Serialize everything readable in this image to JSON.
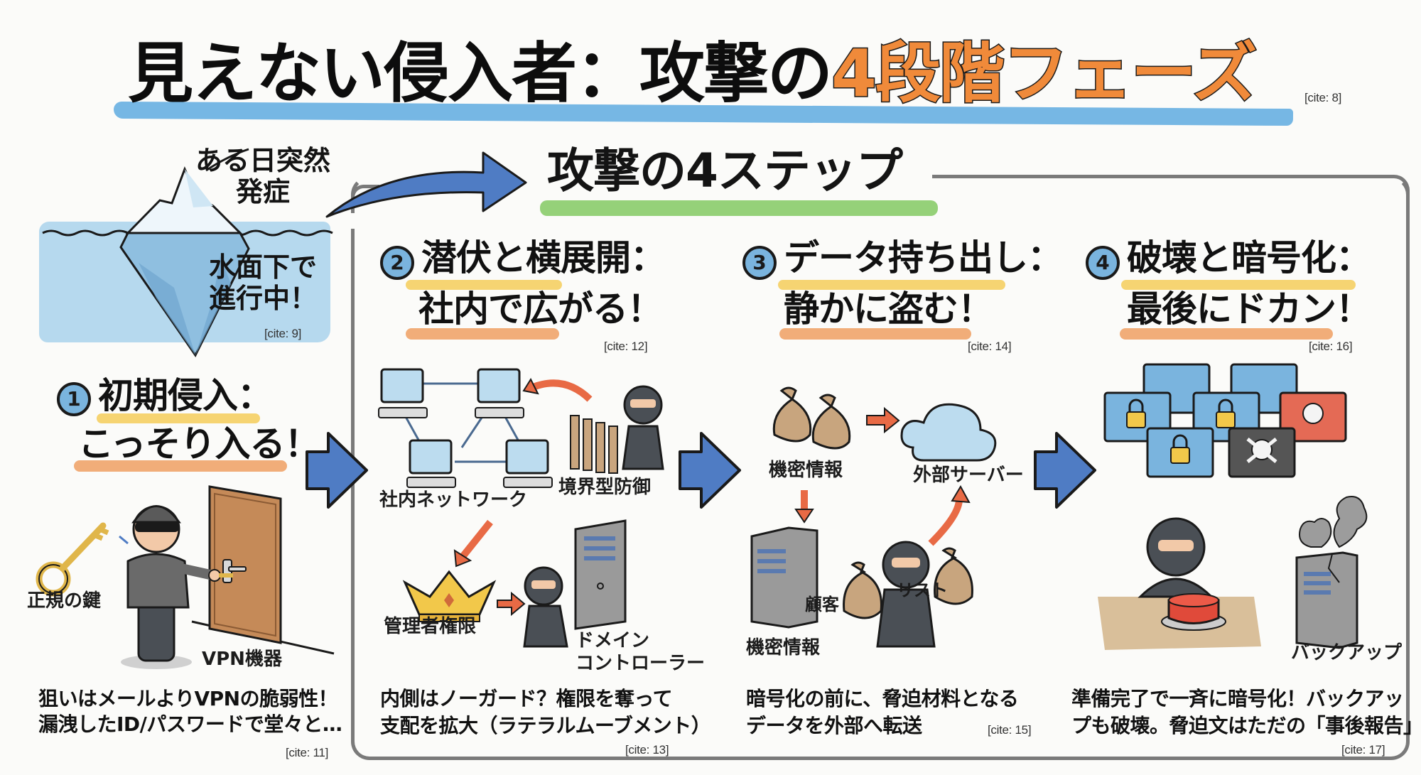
{
  "title": {
    "main": "見えない侵入者：攻撃の",
    "highlight": "4段階フェーズ",
    "cite": "[cite: 8]"
  },
  "iceberg": {
    "top_label_line1": "ある日突然",
    "top_label_line2": "発症",
    "bottom_label_line1": "水面下で",
    "bottom_label_line2": "進行中！",
    "cite": "[cite: 9]"
  },
  "steps_heading": "攻撃の4ステップ",
  "phases": [
    {
      "number": "1",
      "heading_line1": "初期侵入：",
      "heading_line2": "こっそり入る！",
      "labels": {
        "key": "正規の鍵",
        "device": "VPN機器"
      },
      "description_line1": "狙いはメールよりVPNの脆弱性！",
      "description_line2": "漏洩したID/パスワードで堂々と…",
      "cite": "[cite: 11]"
    },
    {
      "number": "2",
      "heading_line1": "潜伏と横展開：",
      "heading_line2": "社内で広がる！",
      "head_cite": "[cite: 12]",
      "labels": {
        "network": "社内ネットワーク",
        "perimeter": "境界型防御",
        "admin": "管理者権限",
        "dc_line1": "ドメイン",
        "dc_line2": "コントローラー"
      },
      "description_line1": "内側はノーガード？権限を奪って",
      "description_line2": "支配を拡大（ラテラルムーブメント）",
      "cite": "[cite: 13]"
    },
    {
      "number": "3",
      "heading_line1": "データ持ち出し：",
      "heading_line2": "静かに盗む！",
      "head_cite": "[cite: 14]",
      "labels": {
        "confidential_top": "機密情報",
        "external_server": "外部サーバー",
        "confidential_bottom": "機密情報",
        "bag_customer": "顧客",
        "bag_list": "リスト"
      },
      "description_line1": "暗号化の前に、脅迫材料となる",
      "description_line2": "データを外部へ転送",
      "cite": "[cite: 15]"
    },
    {
      "number": "4",
      "heading_line1": "破壊と暗号化：",
      "heading_line2": "最後にドカン！",
      "head_cite": "[cite: 16]",
      "labels": {
        "backup": "バックアップ"
      },
      "description_line1": "準備完了で一斉に暗号化！バックアッ",
      "description_line2": "プも破壊。脅迫文はただの「事後報告」",
      "cite": "[cite: 17]"
    }
  ],
  "colors": {
    "title_underline": "#6fb3e3",
    "title_highlight": "#f08a3a",
    "steps_underline": "#8fcf72",
    "flow_arrow": "#4f7cc4",
    "number_circle": "#7ab4de",
    "highlight_yellow": "#f5cf63",
    "highlight_orange": "#f0a46a",
    "accent_red_arrow": "#e86a45"
  }
}
